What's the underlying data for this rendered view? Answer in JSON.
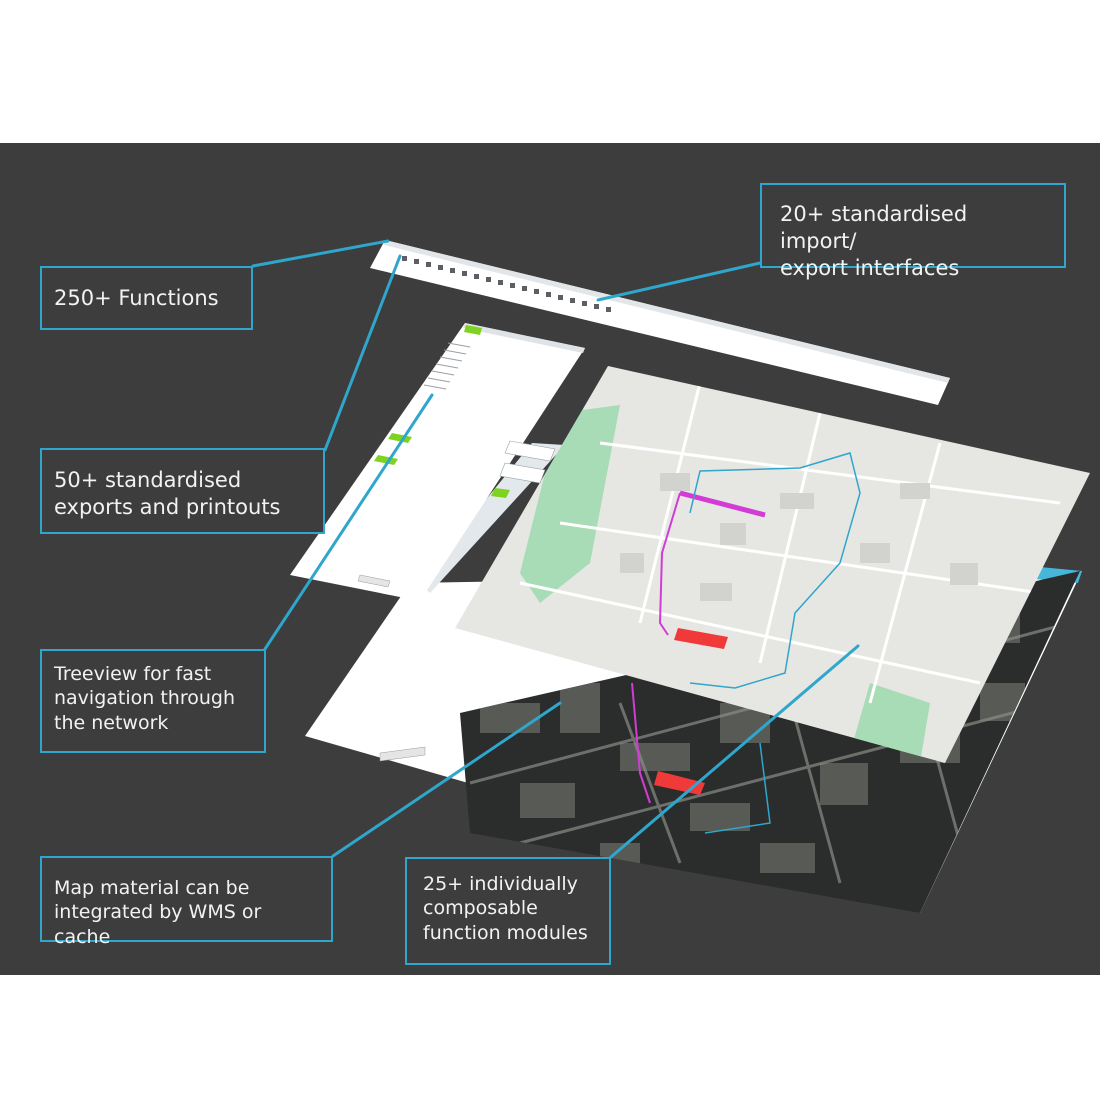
{
  "background_color": "#3d3d3d",
  "accent_color": "#2fa6cc",
  "callouts": {
    "functions": {
      "lines": [
        "250+ Functions"
      ]
    },
    "import_export": {
      "lines": [
        "20+ standardised import/",
        "export interfaces"
      ]
    },
    "exports_printouts": {
      "lines": [
        "50+ standardised",
        "exports and printouts"
      ]
    },
    "treeview": {
      "lines": [
        "Treeview for fast",
        "navigation through",
        "the network"
      ]
    },
    "map_material": {
      "lines": [
        "Map material can be",
        "integrated by WMS or cache"
      ]
    },
    "modules": {
      "lines": [
        "25+ individually",
        "composable",
        "function modules"
      ]
    }
  }
}
